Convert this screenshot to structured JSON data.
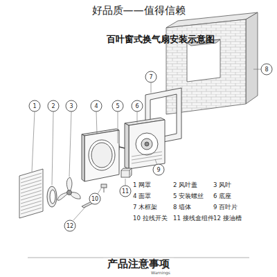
{
  "diagram": {
    "title": "百叶窗式换气扇安装示意图",
    "labels": [
      "好品质——值得信赖",
      "1",
      "2",
      "3",
      "4",
      "5",
      "6",
      "7",
      "8",
      "9",
      "10",
      "11",
      "12",
      "1 网罩",
      "2 风叶盖",
      "3 风叶",
      "4 面罩",
      "5 安装螺丝",
      "6 底座",
      "7 木框架",
      "8 墙体",
      "9 百叶片",
      "10 拉线开关",
      "11 接线盒组件",
      "12 接油槽",
      "产品注意事项",
      "Warnings"
    ]
  }
}
